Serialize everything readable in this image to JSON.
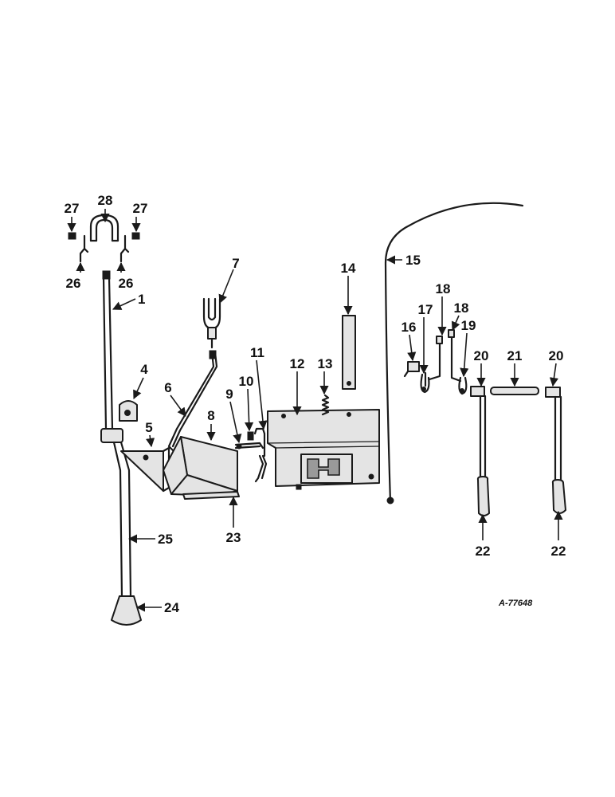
{
  "diagram": {
    "reference_code": "A-77648",
    "callouts": [
      "1",
      "4",
      "5",
      "6",
      "7",
      "8",
      "9",
      "10",
      "11",
      "12",
      "13",
      "14",
      "15",
      "16",
      "17",
      "18",
      "18",
      "19",
      "20",
      "21",
      "20",
      "22",
      "22",
      "23",
      "24",
      "25",
      "26",
      "26",
      "27",
      "27",
      "28"
    ]
  }
}
